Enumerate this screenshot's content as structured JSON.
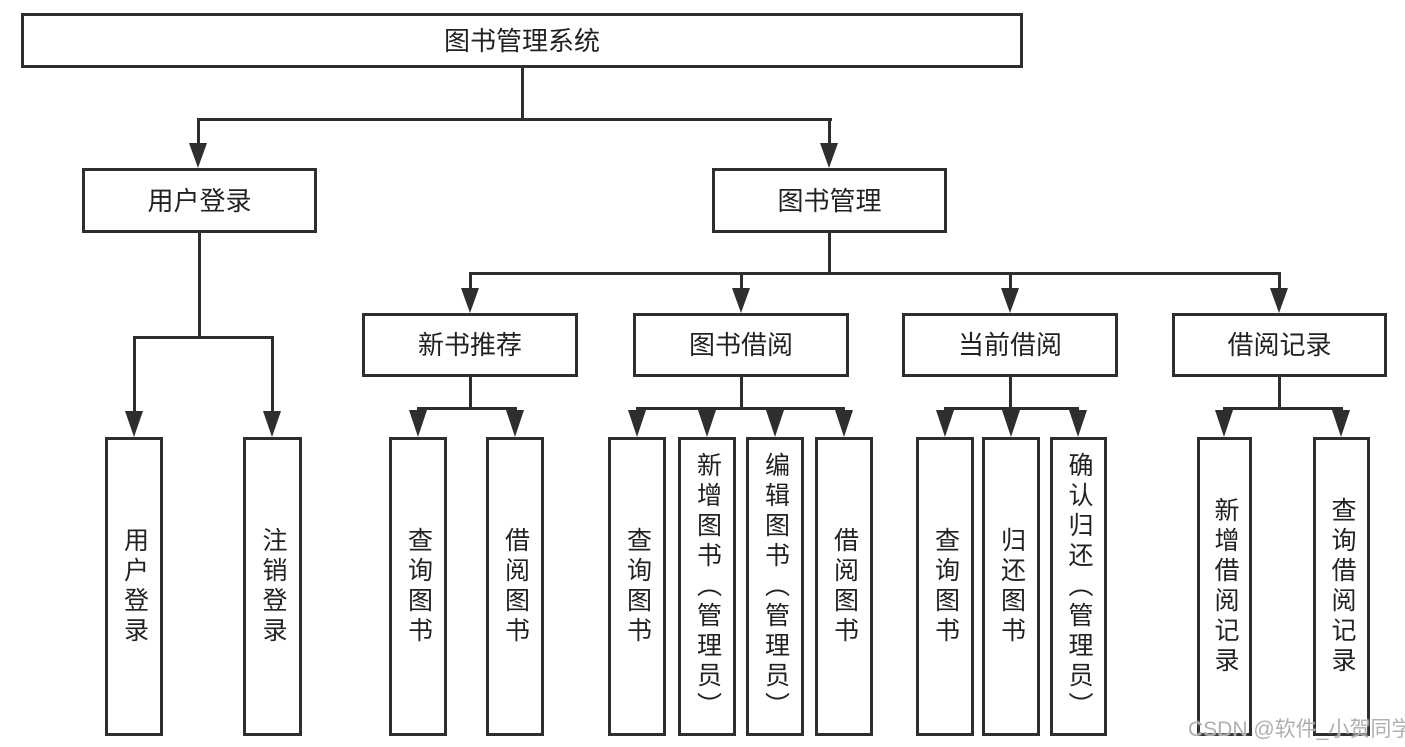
{
  "nodes": {
    "root": "图书管理系统",
    "user_login": "用户登录",
    "book_mgmt": "图书管理",
    "new_book_rec": "新书推荐",
    "book_borrow": "图书借阅",
    "current_borrow": "当前借阅",
    "borrow_records": "借阅记录",
    "leaf_user_login": "用户登录",
    "leaf_logout": "注销登录",
    "leaf_query_book_rec": "查询图书",
    "leaf_borrow_book_rec": "借阅图书",
    "leaf_query_book_borrow": "查询图书",
    "leaf_add_book": "新增图书（管理员）",
    "leaf_edit_book": "编辑图书（管理员）",
    "leaf_borrow_book": "借阅图书",
    "leaf_query_book_current": "查询图书",
    "leaf_return_book": "归还图书",
    "leaf_confirm_return": "确认归还（管理员）",
    "leaf_add_record": "新增借阅记录",
    "leaf_query_record": "查询借阅记录"
  },
  "watermark": {
    "text": "CSDN @软件_小贺同学",
    "color": "#b0b0b0"
  },
  "colors": {
    "line": "#2e2e2e",
    "text": "#222222",
    "background": "#ffffff"
  }
}
